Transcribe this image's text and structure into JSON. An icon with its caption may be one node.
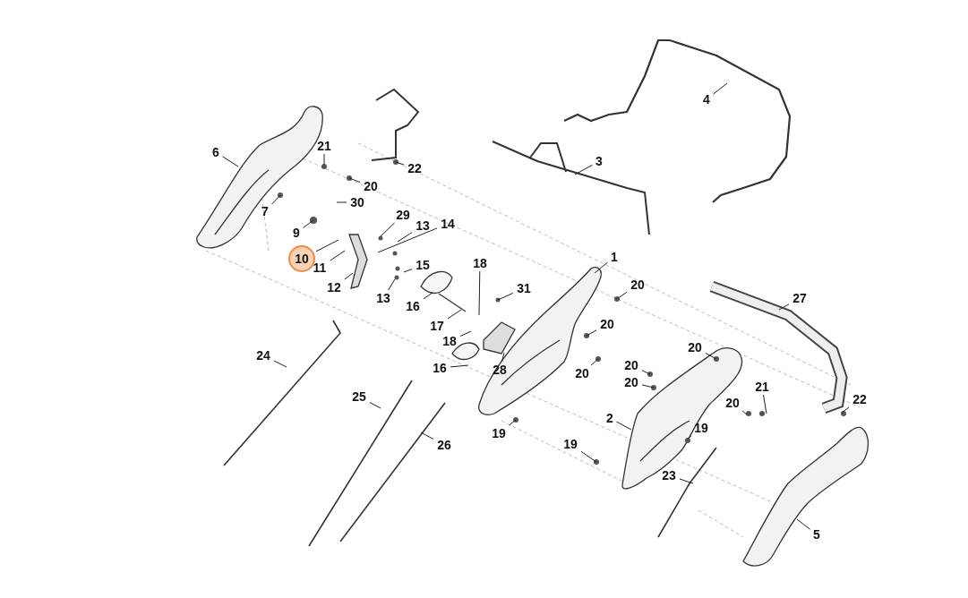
{
  "diagram": {
    "nodes": [
      {
        "text": [
          "4"
        ]
      },
      {
        "text": [
          "6"
        ]
      },
      {
        "text": [
          "21"
        ]
      },
      {
        "text": [
          "3"
        ]
      },
      {
        "text": [
          "22"
        ]
      },
      {
        "text": [
          "20"
        ]
      },
      {
        "text": [
          "30"
        ]
      },
      {
        "text": [
          "7"
        ]
      },
      {
        "text": [
          "29"
        ]
      },
      {
        "text": [
          "13"
        ]
      },
      {
        "text": [
          "14"
        ]
      },
      {
        "text": [
          "9"
        ]
      },
      {
        "text": [
          "10"
        ]
      },
      {
        "text": [
          "18"
        ]
      },
      {
        "text": [
          "1"
        ]
      },
      {
        "text": [
          "15"
        ]
      },
      {
        "text": [
          "11"
        ]
      },
      {
        "text": [
          "20"
        ]
      },
      {
        "text": [
          "12"
        ]
      },
      {
        "text": [
          "31"
        ]
      },
      {
        "text": [
          "13"
        ]
      },
      {
        "text": [
          "27"
        ]
      },
      {
        "text": [
          "16"
        ]
      },
      {
        "text": [
          "20"
        ]
      },
      {
        "text": [
          "17"
        ]
      },
      {
        "text": [
          "18"
        ]
      },
      {
        "text": [
          "20"
        ]
      },
      {
        "text": [
          "24"
        ]
      },
      {
        "text": [
          "16"
        ]
      },
      {
        "text": [
          "20"
        ]
      },
      {
        "text": [
          "28"
        ]
      },
      {
        "text": [
          "20"
        ]
      },
      {
        "text": [
          "20"
        ]
      },
      {
        "text": [
          "21"
        ]
      },
      {
        "text": [
          "25"
        ]
      },
      {
        "text": [
          "22"
        ]
      },
      {
        "text": [
          "20"
        ]
      },
      {
        "text": [
          "2"
        ]
      },
      {
        "text": [
          "19"
        ]
      },
      {
        "text": [
          "19"
        ]
      },
      {
        "text": [
          "26"
        ]
      },
      {
        "text": [
          "19"
        ]
      },
      {
        "text": [
          "23"
        ]
      },
      {
        "text": [
          "5"
        ]
      }
    ],
    "edges": [
      {
        "from": 0,
        "to": null,
        "arrow": "none"
      },
      {
        "from": 1,
        "to": null,
        "arrow": "none"
      },
      {
        "from": 2,
        "to": null,
        "arrow": "none"
      },
      {
        "from": 3,
        "to": null,
        "arrow": "none"
      },
      {
        "from": 4,
        "to": null,
        "arrow": "none"
      },
      {
        "from": 5,
        "to": null,
        "arrow": "none"
      },
      {
        "from": 6,
        "to": null,
        "arrow": "none"
      },
      {
        "from": 7,
        "to": null,
        "arrow": "none"
      },
      {
        "from": 8,
        "to": null,
        "arrow": "none"
      },
      {
        "from": 9,
        "to": null,
        "arrow": "none"
      },
      {
        "from": 10,
        "to": null,
        "arrow": "none"
      },
      {
        "from": 11,
        "to": null,
        "arrow": "none"
      },
      {
        "from": 12,
        "to": null,
        "arrow": "none"
      },
      {
        "from": 13,
        "to": null,
        "arrow": "none"
      },
      {
        "from": 14,
        "to": null,
        "arrow": "none"
      },
      {
        "from": 15,
        "to": null,
        "arrow": "none"
      },
      {
        "from": 16,
        "to": null,
        "arrow": "none"
      },
      {
        "from": 17,
        "to": null,
        "arrow": "none"
      },
      {
        "from": 18,
        "to": null,
        "arrow": "none"
      },
      {
        "from": 19,
        "to": null,
        "arrow": "none"
      },
      {
        "from": 20,
        "to": null,
        "arrow": "none"
      },
      {
        "from": 21,
        "to": null,
        "arrow": "none"
      },
      {
        "from": 22,
        "to": null,
        "arrow": "none"
      },
      {
        "from": 23,
        "to": null,
        "arrow": "none"
      },
      {
        "from": 24,
        "to": null,
        "arrow": "none"
      },
      {
        "from": 25,
        "to": null,
        "arrow": "none"
      },
      {
        "from": 26,
        "to": null,
        "arrow": "none"
      },
      {
        "from": 27,
        "to": null,
        "arrow": "none"
      },
      {
        "from": 28,
        "to": null,
        "arrow": "none"
      },
      {
        "from": 29,
        "to": null,
        "arrow": "none"
      },
      {
        "from": 30,
        "to": null,
        "arrow": "none"
      },
      {
        "from": 31,
        "to": null,
        "arrow": "none"
      },
      {
        "from": 32,
        "to": null,
        "arrow": "none"
      },
      {
        "from": 33,
        "to": null,
        "arrow": "none"
      },
      {
        "from": 34,
        "to": null,
        "arrow": "none"
      },
      {
        "from": 35,
        "to": null,
        "arrow": "none"
      },
      {
        "from": 36,
        "to": null,
        "arrow": "none"
      },
      {
        "from": 37,
        "to": null,
        "arrow": "none"
      },
      {
        "from": 38,
        "to": null,
        "arrow": "none"
      },
      {
        "from": 39,
        "to": null,
        "arrow": "none"
      },
      {
        "from": 40,
        "to": null,
        "arrow": "none"
      },
      {
        "from": 41,
        "to": null,
        "arrow": "none"
      },
      {
        "from": 42,
        "to": null,
        "arrow": "none"
      },
      {
        "from": 43,
        "to": null,
        "arrow": "none"
      }
    ]
  }
}
